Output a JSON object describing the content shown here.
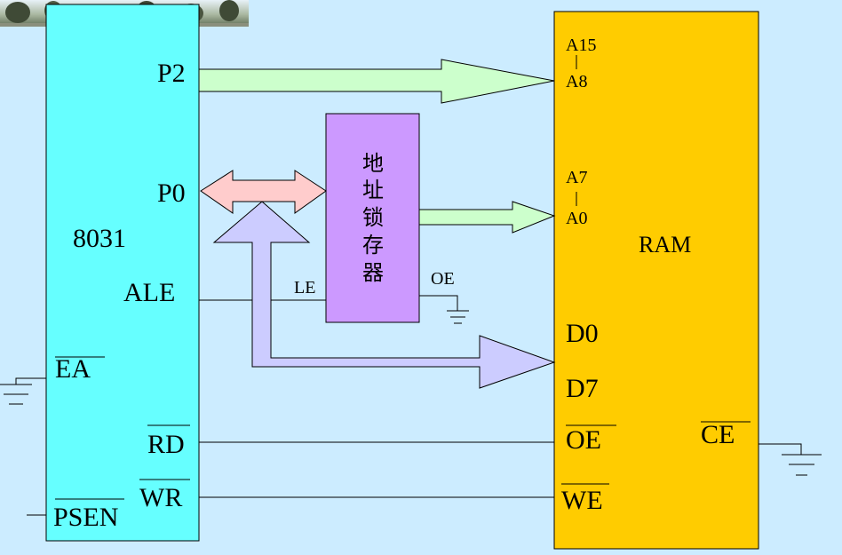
{
  "mcu": {
    "name": "8031",
    "p2": "P2",
    "p0": "P0",
    "ale": "ALE",
    "ea": "EA",
    "rd": "RD",
    "wr": "WR",
    "psen": "PSEN"
  },
  "latch": {
    "chars": [
      "地",
      "址",
      "锁",
      "存",
      "器"
    ],
    "le": "LE",
    "oe": "OE"
  },
  "ram": {
    "name": "RAM",
    "a15": "A15",
    "a8": "A8",
    "a7": "A7",
    "a0": "A0",
    "d0": "D0",
    "d7": "D7",
    "oe": "OE",
    "ce": "CE",
    "we": "WE"
  },
  "colors": {
    "background": "#ccecff",
    "mcu": "#66ffff",
    "ram": "#ffcc00",
    "latch": "#cc99ff",
    "p2_bus": "#ccffcc",
    "latch_out_bus": "#ccffcc",
    "p0_bus": "#ffcccc",
    "data_bus": "#ccccff"
  }
}
